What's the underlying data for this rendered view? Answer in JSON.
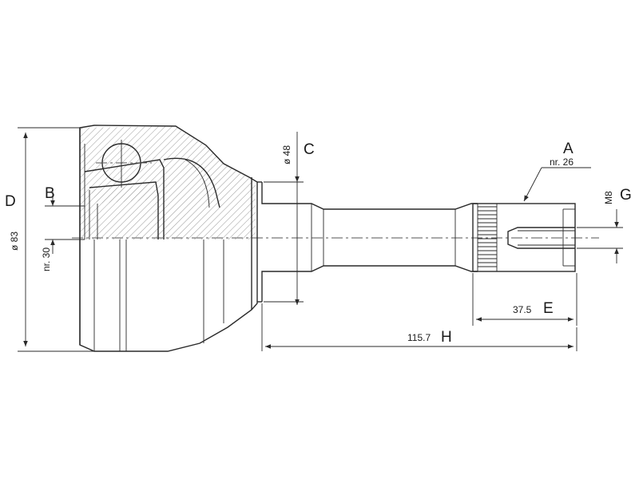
{
  "labels": {
    "A": "A",
    "A_note": "nr. 26",
    "B": "B",
    "B_note": "nr. 30",
    "C": "C",
    "C_value": "ø 48",
    "D": "D",
    "D_value": "ø 83",
    "E": "E",
    "E_value": "37.5",
    "G": "G",
    "G_value": "M8",
    "H": "H",
    "H_value": "115.7"
  },
  "colors": {
    "line": "#2a2a2a",
    "hatch": "#9a9a9a",
    "background": "#ffffff"
  }
}
